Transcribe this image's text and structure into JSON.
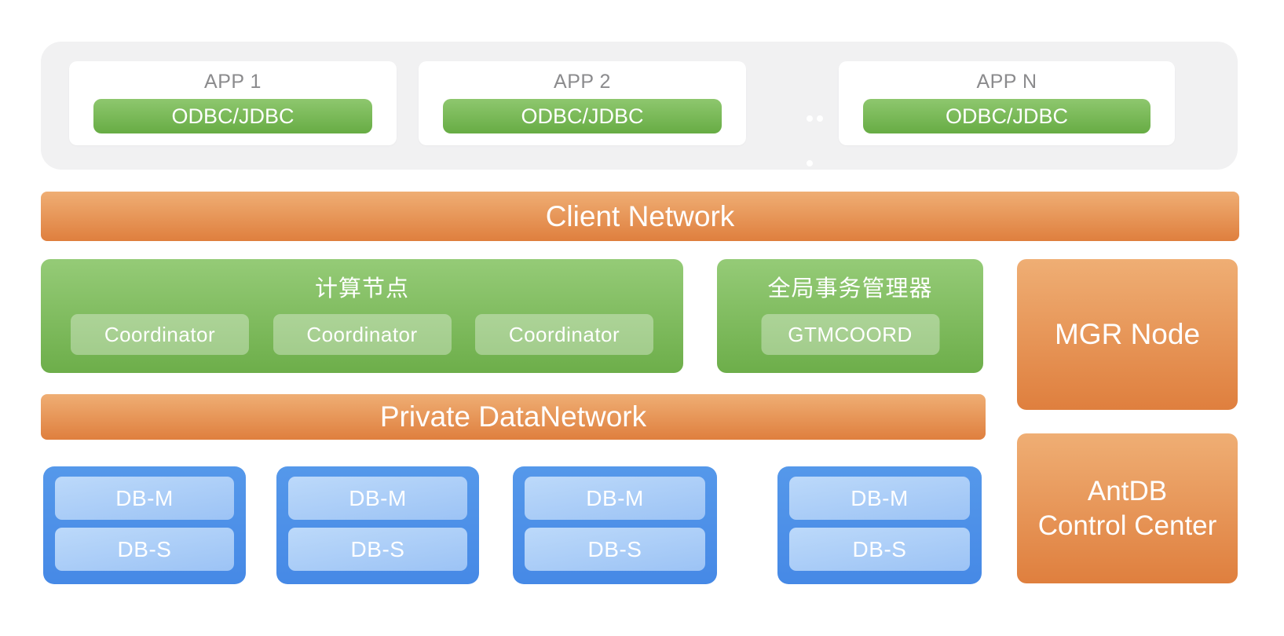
{
  "colors": {
    "container_gray": "#f1f1f2",
    "app_title_gray": "#8b8b8d",
    "orange_top": "#efae74",
    "orange_bottom": "#df7f3e",
    "green_top": "#95cb77",
    "green_bottom": "#6dae4a",
    "green_pill_top": "#8ec76e",
    "green_pill_bottom": "#67ac44",
    "blue_top": "#5598ea",
    "blue_bottom": "#4689e6",
    "blue_inner_top": "#bcd9fa",
    "blue_inner_bottom": "#9cc3f5"
  },
  "app_layer": {
    "apps": [
      {
        "title": "APP 1",
        "connector": "ODBC/JDBC"
      },
      {
        "title": "APP 2",
        "connector": "ODBC/JDBC"
      },
      {
        "title": "APP N",
        "connector": "ODBC/JDBC"
      }
    ]
  },
  "client_network": {
    "label": "Client Network"
  },
  "compute_node": {
    "title": "计算节点",
    "coordinators": [
      "Coordinator",
      "Coordinator",
      "Coordinator"
    ]
  },
  "gtm": {
    "title": "全局事务管理器",
    "button": "GTMCOORD"
  },
  "mgr_node": {
    "label": "MGR Node"
  },
  "private_network": {
    "label": "Private DataNetwork"
  },
  "db_groups": [
    {
      "master": "DB-M",
      "standby": "DB-S"
    },
    {
      "master": "DB-M",
      "standby": "DB-S"
    },
    {
      "master": "DB-M",
      "standby": "DB-S"
    },
    {
      "master": "DB-M",
      "standby": "DB-S"
    }
  ],
  "control_center": {
    "line1": "AntDB",
    "line2": "Control Center"
  }
}
